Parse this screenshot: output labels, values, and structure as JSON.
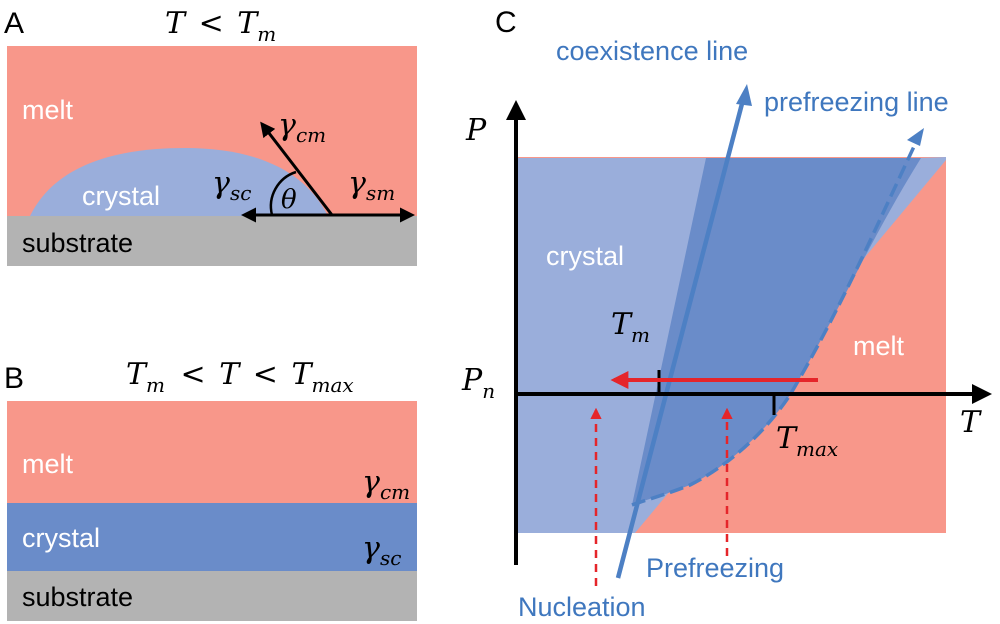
{
  "colors": {
    "melt": "#f8978a",
    "crystal_light": "#9aaedb",
    "crystal_dark": "#6a8cc9",
    "substrate": "#b3b3b3",
    "line_blue": "#4d80c4",
    "arrow_red": "#e5252a",
    "text_blue": "#3f77be",
    "ink": "#000000"
  },
  "panel_a": {
    "letter": "A",
    "title": {
      "T": "T",
      "lt": "<",
      "Tm": "T",
      "m": "m"
    },
    "melt": "melt",
    "crystal": "crystal",
    "substrate": "substrate",
    "g_cm": {
      "g": "γ",
      "sub": "cm"
    },
    "g_sc": {
      "g": "γ",
      "sub": "sc"
    },
    "g_sm": {
      "g": "γ",
      "sub": "sm"
    },
    "theta": "θ"
  },
  "panel_b": {
    "letter": "B",
    "title": {
      "Tm": "T",
      "m": "m",
      "lt1": "<",
      "T": "T",
      "lt2": "<",
      "Tmax": "T",
      "max": "max"
    },
    "melt": "melt",
    "crystal": "crystal",
    "substrate": "substrate",
    "g_cm": {
      "g": "γ",
      "sub": "cm"
    },
    "g_sc": {
      "g": "γ",
      "sub": "sc"
    }
  },
  "panel_c": {
    "letter": "C",
    "coexistence_line": "coexistence line",
    "prefreezing_line": "prefreezing line",
    "axis_p": "P",
    "axis_t": "T",
    "pn": {
      "P": "P",
      "sub": "n"
    },
    "tm": {
      "T": "T",
      "sub": "m"
    },
    "tmax": {
      "T": "T",
      "sub": "max"
    },
    "crystal": "crystal",
    "melt": "melt",
    "prefreezing": "Prefreezing",
    "nucleation": "Nucleation"
  }
}
